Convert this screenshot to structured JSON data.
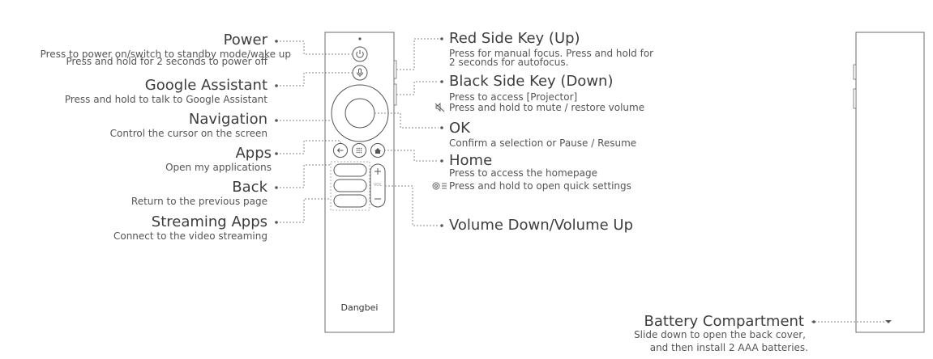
{
  "left_labels": {
    "power": {
      "title": "Power",
      "desc1": "Press to power on/switch to standby mode/wake up",
      "desc2": "Press and hold for 2 seconds to power off"
    },
    "google_assistant": {
      "title": "Google Assistant",
      "desc": "Press and hold to talk to Google Assistant"
    },
    "navigation": {
      "title": "Navigation",
      "desc": "Control the cursor on the screen"
    },
    "apps": {
      "title": "Apps",
      "desc": "Open my applications"
    },
    "back": {
      "title": "Back",
      "desc": "Return to the previous page"
    },
    "streaming_apps": {
      "title": "Streaming Apps",
      "desc": "Connect to the video streaming"
    }
  },
  "right_labels": {
    "red_side_key": {
      "title": "Red Side Key (Up)",
      "desc1": "Press for manual focus. Press and hold for",
      "desc2": "2 seconds for autofocus."
    },
    "black_side_key": {
      "title": "Black Side Key (Down)",
      "desc1": "Press to access [Projector]",
      "desc2": "Press and hold  to mute / restore volume"
    },
    "ok": {
      "title": "OK",
      "desc": "Confirm a selection or Pause / Resume"
    },
    "home": {
      "title": "Home",
      "desc1": "Press to access the homepage",
      "desc2": "Press and hold to open quick settings"
    },
    "volume": {
      "title": "Volume Down/Volume Up"
    }
  },
  "battery": {
    "title": "Battery Compartment",
    "desc1": "Slide down to open the back cover,",
    "desc2": "and then install 2 AAA batteries."
  },
  "remote": {
    "brand": "Dangbei",
    "vol_label": "VOL",
    "plus": "+",
    "minus": "−"
  },
  "icons": [
    "power-icon",
    "microphone-icon",
    "back-arrow-icon",
    "apps-grid-icon",
    "home-icon",
    "mute-icon",
    "settings-icon",
    "battery-arrow-icon"
  ]
}
